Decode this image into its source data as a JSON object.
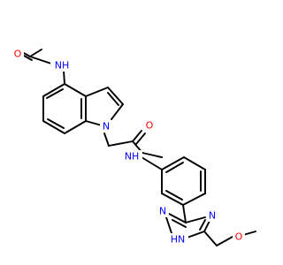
{
  "molecule": {
    "colors": {
      "bond": "#000000",
      "oxygen": "#ff0000",
      "nitrogen": "#0000ff",
      "background": "#ffffff"
    },
    "labels": {
      "acetamide_o": "O",
      "acetamide_nh": "NH",
      "indole_n": "N",
      "amide_o": "O",
      "amide_nh": "NH",
      "triazole_n_top": "N",
      "triazole_n_right": "N",
      "triazole_nh": "HN",
      "methoxy_o": "O"
    }
  }
}
